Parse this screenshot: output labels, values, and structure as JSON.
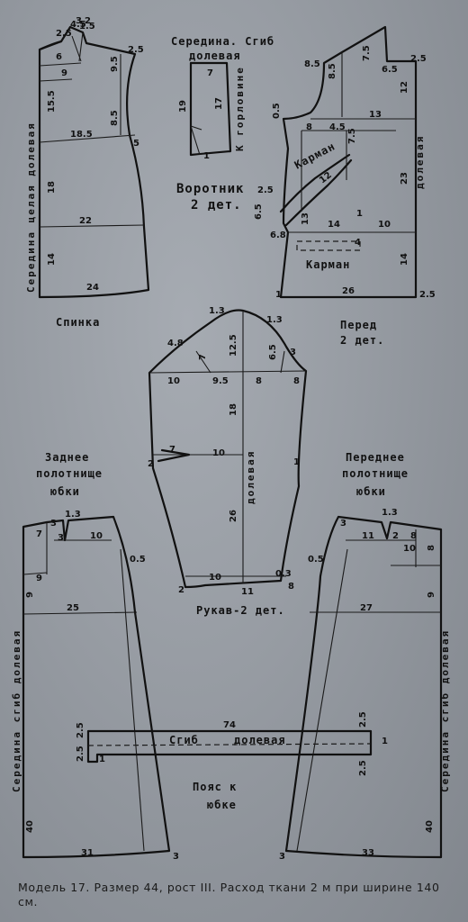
{
  "labels": {
    "spinka": "Спинка",
    "spinka_edge": "Середина целая долевая",
    "collar_top": "Середина. Сгиб",
    "collar_dolevaya": "долевая",
    "collar_side": "К горловине",
    "collar_title_1": "Воротник",
    "collar_title_2": "2 дет.",
    "front_title_1": "Перед",
    "front_title_2": "2 дет.",
    "front_dolevaya": "долевая",
    "pocket_1": "Карман",
    "pocket_2": "Карман",
    "sleeve_dolevaya": "долевая",
    "sleeve_title": "Рукав-2 дет.",
    "back_skirt_1": "Заднее",
    "back_skirt_2": "полотнище",
    "back_skirt_3": "юбки",
    "front_skirt_1": "Переднее",
    "front_skirt_2": "полотнище",
    "front_skirt_3": "юбки",
    "skirt_edge_left": "Середина сгиб долевая",
    "skirt_edge_right": "Середина сгиб долевая",
    "belt_fold": "Сгиб",
    "belt_dolevaya": "долевая",
    "belt_title_1": "Пояс к",
    "belt_title_2": "юбке"
  },
  "measurements": {
    "back": [
      "2.5",
      "4.5",
      "3",
      "1.5",
      "2",
      "6",
      "9",
      "2.5",
      "9.5",
      "15.5",
      "18.5",
      "8.5",
      "5",
      "18",
      "22",
      "14",
      "24"
    ],
    "collar": [
      "7",
      "19",
      "17",
      "1"
    ],
    "front": [
      "8.5",
      "8.5",
      "7.5",
      "2.5",
      "6.5",
      "12",
      "0.5",
      "8",
      "4.5",
      "13",
      "7.5",
      "12",
      "2.5",
      "6.5",
      "6.8",
      "13",
      "14",
      "10",
      "1",
      "4",
      "23",
      "26",
      "2.5",
      "14",
      "1"
    ],
    "sleeve": [
      "1.3",
      "1.3",
      "4.8",
      "12.5",
      "6.5",
      "3",
      "7",
      "10",
      "9.5",
      "8",
      "8",
      "18",
      "7",
      "2",
      "10",
      "26",
      "1",
      "10",
      "0.3",
      "2",
      "11",
      "8"
    ],
    "back_skirt": [
      "1.3",
      "3",
      "7",
      "3",
      "10",
      "9",
      "0.5",
      "9",
      "25",
      "40",
      "31",
      "3"
    ],
    "front_skirt": [
      "1.3",
      "3",
      "11",
      "2",
      "8",
      "10",
      "8",
      "0.5",
      "9",
      "27",
      "40",
      "33",
      "3"
    ],
    "belt": [
      "74",
      "2.5",
      "2.5",
      "2.5",
      "1",
      "1",
      "2.5"
    ]
  },
  "caption": "Модель 17. Размер 44, рост III. Расход ткани 2 м при ширине 140 см."
}
